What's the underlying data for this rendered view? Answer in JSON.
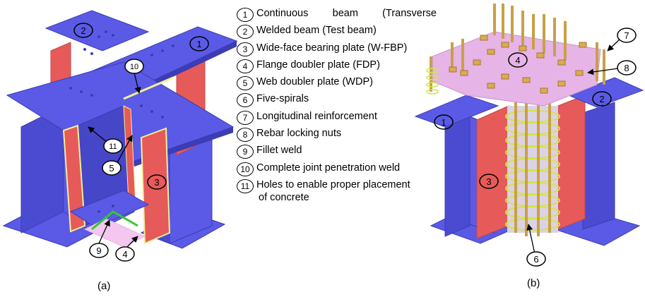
{
  "legend": {
    "items": [
      {
        "num": "1",
        "text": "Continuous beam (Transverse"
      },
      {
        "num": "2",
        "text": "Welded beam (Test beam)"
      },
      {
        "num": "3",
        "text": "Wide-face bearing plate (W-FBP)"
      },
      {
        "num": "4",
        "text": "Flange doubler plate (FDP)"
      },
      {
        "num": "5",
        "text": "Web doubler plate (WDP)"
      },
      {
        "num": "6",
        "text": "Five-spirals"
      },
      {
        "num": "7",
        "text": "Longitudinal reinforcement"
      },
      {
        "num": "8",
        "text": "Rebar locking nuts"
      },
      {
        "num": "9",
        "text": "Fillet weld"
      },
      {
        "num": "10",
        "text": "Complete joint penetration weld"
      },
      {
        "num": "11",
        "text": "Holes to enable proper placement",
        "continuation": "of concrete"
      }
    ],
    "item1_words": [
      "Continuous",
      "beam",
      "(Transverse"
    ]
  },
  "figure_a": {
    "caption": "(a)",
    "callouts": {
      "c1": "1",
      "c2": "2",
      "c3": "3",
      "c4": "4",
      "c5": "5",
      "c9": "9",
      "c10": "10",
      "c11": "11"
    }
  },
  "figure_b": {
    "caption": "(b)",
    "callouts": {
      "c1": "1",
      "c2": "2",
      "c3": "3",
      "c4": "4",
      "c6": "6",
      "c7": "7",
      "c8": "8"
    }
  },
  "colors": {
    "beam": "#5a5ae6",
    "beam_dark": "#3c3cb4",
    "plate_red": "#e65a5a",
    "plate_red_dark": "#c84646",
    "doubler_pink": "#e6b4e6",
    "weld_yellow": "#f0f096",
    "weld_green": "#32c832",
    "rebar": "#c8a046",
    "spiral": "#d2e646"
  }
}
